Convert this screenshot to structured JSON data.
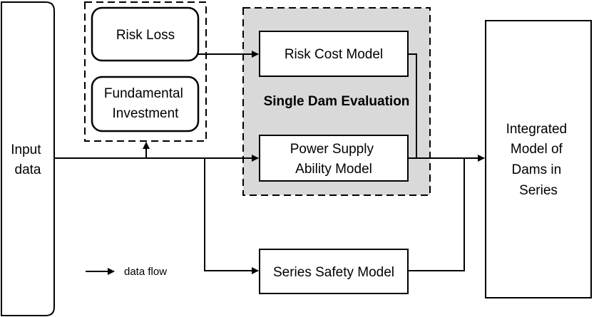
{
  "diagram": {
    "nodes": {
      "input_data": {
        "lines": [
          "Input",
          "data"
        ]
      },
      "risk_loss": {
        "lines": [
          "Risk Loss"
        ]
      },
      "fundamental_investment": {
        "lines": [
          "Fundamental",
          "Investment"
        ]
      },
      "risk_cost_model": {
        "lines": [
          "Risk Cost Model"
        ]
      },
      "power_supply_ability_model": {
        "lines": [
          "Power Supply",
          "Ability Model"
        ]
      },
      "series_safety_model": {
        "lines": [
          "Series Safety Model"
        ]
      },
      "integrated_model": {
        "lines": [
          "Integrated",
          "Model of",
          "Dams in",
          "Series"
        ]
      }
    },
    "groups": {
      "single_dam_evaluation": {
        "title": "Single Dam Evaluation"
      }
    },
    "legend": {
      "data_flow_label": "data flow"
    },
    "colors": {
      "stroke": "#000000",
      "group_fill": "#d9d9d9",
      "background": "#ffffff"
    }
  }
}
